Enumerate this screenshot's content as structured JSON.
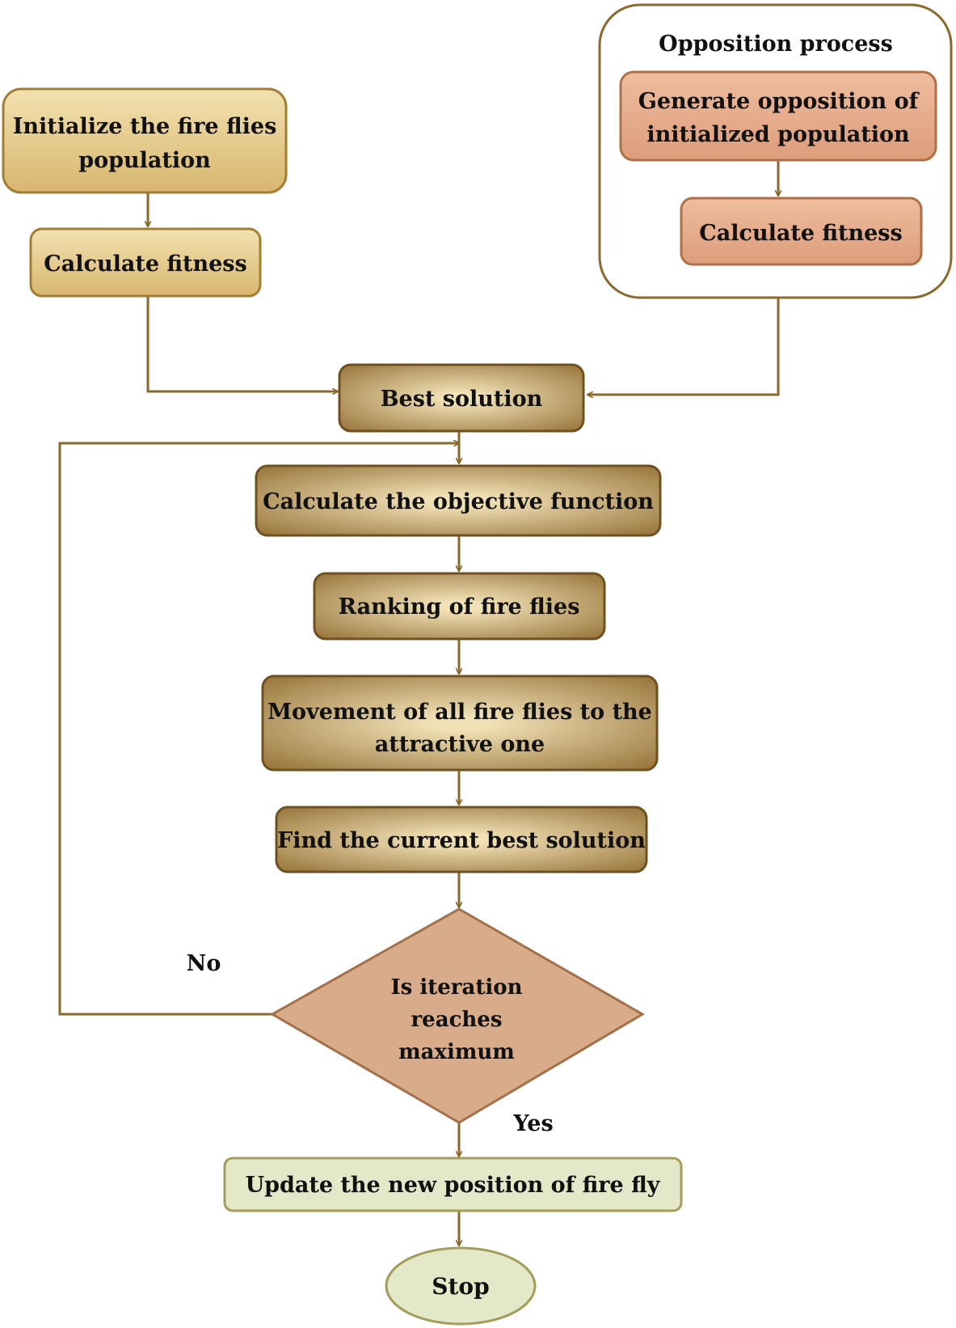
{
  "colors": {
    "edge": "#8a6a2c",
    "gold_fill_top": "#f2e2b0",
    "gold_fill_bottom": "#d8b66e",
    "gold_stroke": "#a37d34",
    "rose_fill_top": "#eebd9f",
    "rose_fill_bottom": "#dc9d7b",
    "rose_stroke": "#b07045",
    "bronze_fill_center": "#f1e1b6",
    "bronze_fill_edge": "#8f6a2e",
    "bronze_stroke": "#6f5020",
    "diamond_fill": "#d8ab8b",
    "diamond_stroke": "#a3704a",
    "green_fill": "#e3e8c9",
    "green_stroke": "#a39d5c",
    "group_stroke": "#8a6a2c"
  },
  "nodes": {
    "init_population": {
      "lines": [
        "Initialize the fire flies",
        "population"
      ]
    },
    "calc_fitness_left": {
      "lines": [
        "Calculate fitness"
      ]
    },
    "opposition_group": {
      "title": "Opposition process"
    },
    "generate_opposition": {
      "lines": [
        "Generate opposition of",
        "initialized population"
      ]
    },
    "calc_fitness_right": {
      "lines": [
        "Calculate fitness"
      ]
    },
    "best_solution": {
      "lines": [
        "Best solution"
      ]
    },
    "objective_function": {
      "lines": [
        "Calculate the objective function"
      ]
    },
    "ranking": {
      "lines": [
        "Ranking of fire flies"
      ]
    },
    "movement": {
      "lines": [
        "Movement of all fire flies to the",
        "attractive one"
      ]
    },
    "current_best": {
      "lines": [
        "Find the current best solution"
      ]
    },
    "decision": {
      "lines": [
        "Is iteration",
        "reaches",
        "maximum"
      ]
    },
    "update_position": {
      "lines": [
        "Update the new position of fire fly"
      ]
    },
    "stop": {
      "lines": [
        "Stop"
      ]
    }
  },
  "edge_labels": {
    "no": "No",
    "yes": "Yes"
  }
}
